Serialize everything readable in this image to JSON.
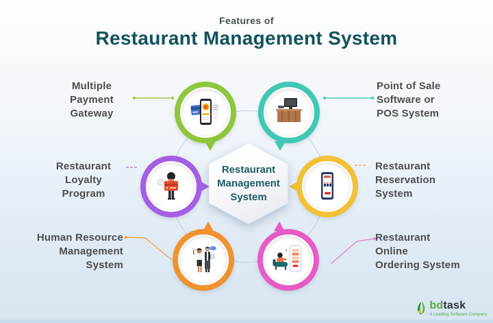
{
  "title": {
    "eyebrow": "Features of",
    "main": "Restaurant Management System"
  },
  "center_hexagon": {
    "label": "Restaurant\nManagement\nSystem"
  },
  "features": [
    {
      "label": "Multiple\nPayment\nGateway",
      "icon": "payment-gateway-icon",
      "ring_color": "#8fc63d",
      "connector_color": "#a9c83e",
      "side": "left"
    },
    {
      "label": "Point of Sale\nSoftware or\nPOS System",
      "icon": "pos-system-icon",
      "ring_color": "#41c7b4",
      "connector_color": "#52c9bd",
      "side": "right"
    },
    {
      "label": "Restaurant\nLoyalty\nProgram",
      "icon": "loyalty-program-icon",
      "ring_color": "#a55fe3",
      "connector_color": "#b98ae0",
      "side": "left"
    },
    {
      "label": "Restaurant\nReservation\nSystem",
      "icon": "reservation-system-icon",
      "ring_color": "#f2c137",
      "connector_color": "#f0c23c",
      "side": "right"
    },
    {
      "label": "Human Resource\nManagement\nSystem",
      "icon": "hr-management-icon",
      "ring_color": "#f0922f",
      "connector_color": "#f0a54a",
      "side": "left"
    },
    {
      "label": "Restaurant\nOnline\nOrdering System",
      "icon": "online-ordering-icon",
      "ring_color": "#e65cc6",
      "connector_color": "#e08ad2",
      "side": "right"
    }
  ],
  "logo": {
    "prefix": "bd",
    "suffix": "task",
    "tagline": "A Leading Software Company",
    "icon": "bdtask-leaf-icon"
  },
  "colors": {
    "background_top": "#fefefe",
    "background_bottom": "#d7e5f2",
    "title_text": "#13525b",
    "label_text": "#4d4d4d",
    "hexagon_text": "#1d5b63"
  }
}
